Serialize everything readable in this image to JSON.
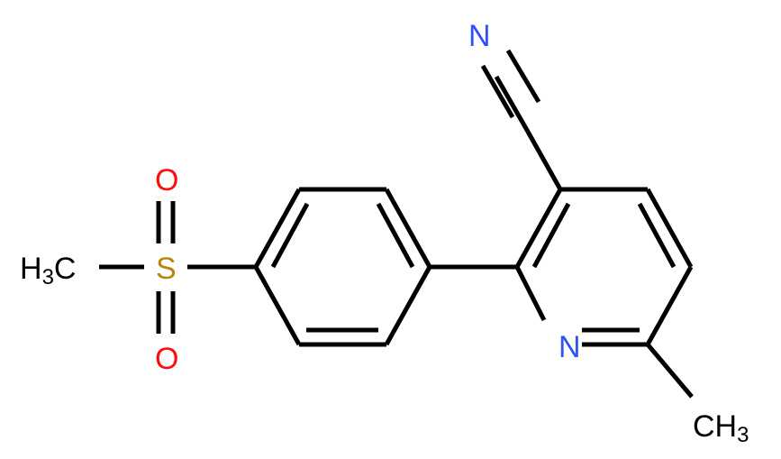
{
  "molecule": {
    "description": "2-[4-(methylsulfonyl)phenyl]-6-methylpyridine-3-carbonitrile",
    "colors": {
      "carbon": "#000000",
      "nitrogen": "#3050F8",
      "oxygen": "#FF0D0D",
      "sulfur": "#B8860B"
    },
    "labels": {
      "methyl_left": {
        "main": "H",
        "sub": "3",
        "tail": "C"
      },
      "sulfur": "S",
      "oxygen_top": "O",
      "oxygen_bottom": "O",
      "nitrile_n": "N",
      "pyridine_n": "N",
      "methyl_right": {
        "main": "CH",
        "sub": "3"
      }
    }
  }
}
